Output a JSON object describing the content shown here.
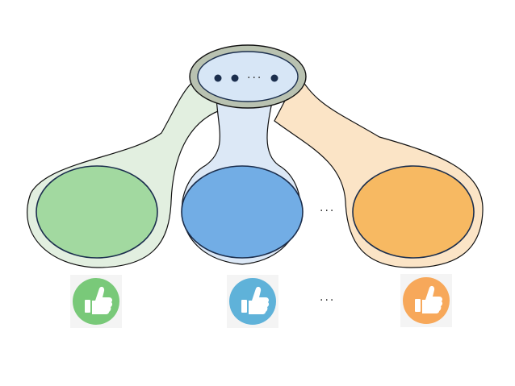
{
  "top_node": {
    "label": "● ● · · · ●"
  },
  "clusters": [
    {
      "id": "green",
      "fill": "#a2d9a0",
      "halo": "#e2efe0",
      "stroke": "#1a2a4a"
    },
    {
      "id": "blue",
      "fill": "#72ade5",
      "halo": "#dce8f6",
      "stroke": "#1a2a4a"
    },
    {
      "id": "orange",
      "fill": "#f7b962",
      "halo": "#fbe4c6",
      "stroke": "#1a2a4a"
    }
  ],
  "ellipsis_between_clusters": "· · ·",
  "ellipsis_between_icons": "· · ·",
  "thumbs": [
    {
      "id": "green",
      "color": "#79c979",
      "icon": "thumbs-up-icon"
    },
    {
      "id": "blue",
      "color": "#5fb2d9",
      "icon": "thumbs-up-icon"
    },
    {
      "id": "orange",
      "color": "#f7a85a",
      "icon": "thumbs-up-icon"
    }
  ],
  "colors": {
    "top_node_fill": "#d7e6f6",
    "top_node_ring": "#b9c2b1",
    "dot": "#1b2e4d"
  }
}
